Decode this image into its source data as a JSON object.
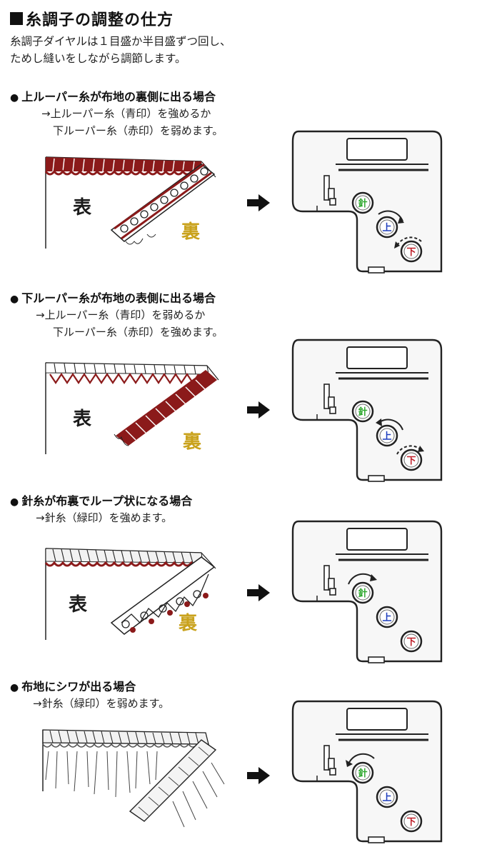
{
  "title": "糸調子の調整の仕方",
  "intro": [
    "糸調子ダイヤルは１目盛か半目盛ずつ回し、",
    "ためし縫いをしながら調節します。"
  ],
  "sections": [
    {
      "heading": "上ルーパー糸が布地の裏側に出る場合",
      "line1": "→上ルーパー糸（青印）を強めるか",
      "line2": "下ルーパー糸（赤印）を弱めます。",
      "front_label": "表",
      "back_label": "裏"
    },
    {
      "heading": "下ルーパー糸が布地の表側に出る場合",
      "line1": "→上ルーパー糸（青印）を弱めるか",
      "line2": "下ルーパー糸（赤印）を強めます。",
      "front_label": "表",
      "back_label": "裏"
    },
    {
      "heading": "針糸が布裏でループ状になる場合",
      "line1": "→針糸（緑印）を強めます。",
      "front_label": "表",
      "back_label": "裏"
    },
    {
      "heading": "布地にシワが出る場合",
      "line1": "→針糸（緑印）を弱めます。"
    }
  ],
  "dial_labels": {
    "needle": "針",
    "upper": "上",
    "lower": "下"
  },
  "colors": {
    "needle": "#2fa82f",
    "upper": "#1f3fbf",
    "lower": "#c0202a",
    "thread_red": "#8b1a1a",
    "ura_gold": "#c9a21c"
  },
  "icons": {
    "bullet": "●",
    "arrow": "right-arrow-icon"
  }
}
